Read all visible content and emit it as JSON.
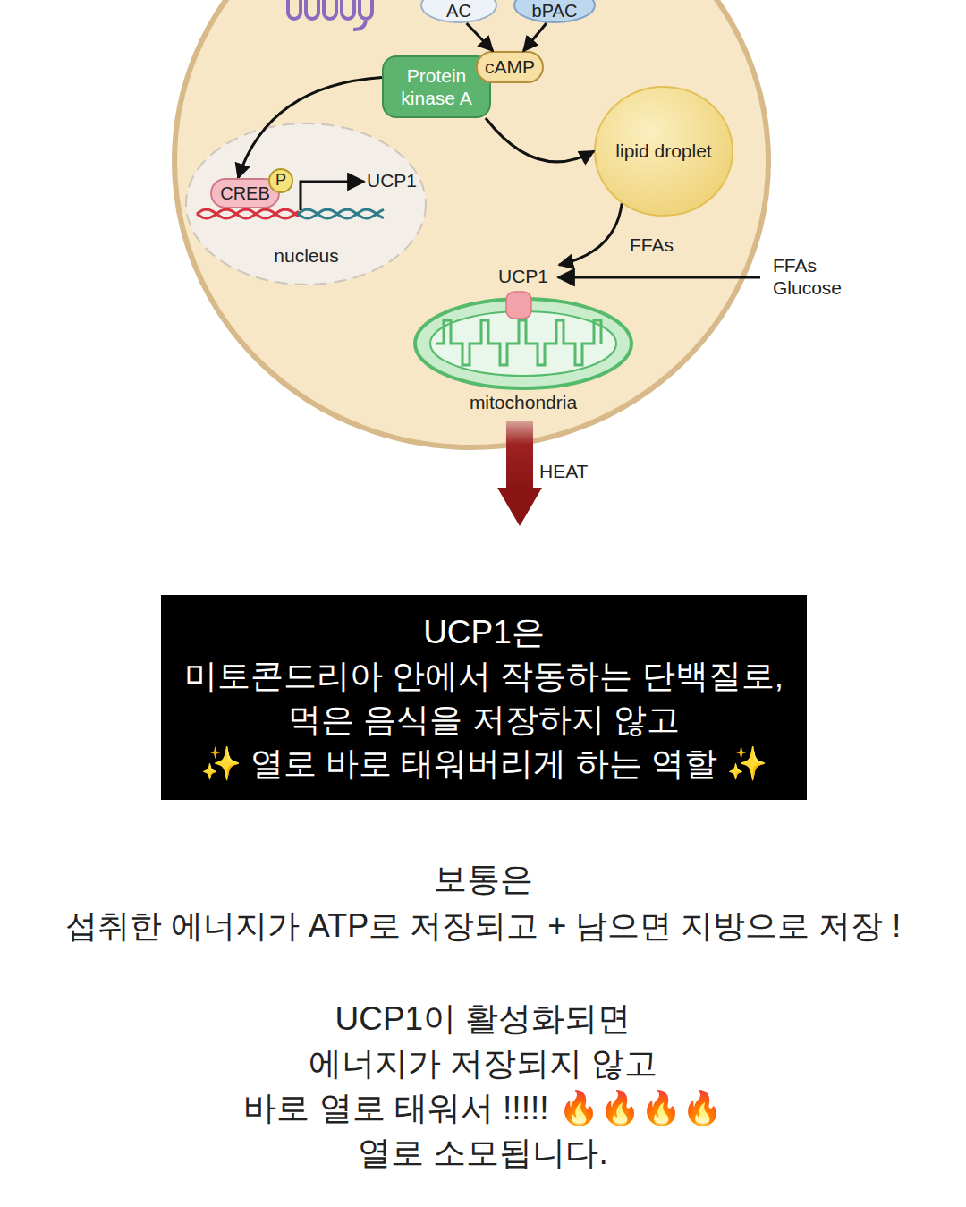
{
  "diagram": {
    "nodes": [
      {
        "text": [
          "AC"
        ]
      },
      {
        "text": [
          "bPAC"
        ]
      },
      {
        "text": [
          "Protein kinase A"
        ]
      },
      {
        "text": [
          "cAMP"
        ]
      },
      {
        "text": [
          "nucleus"
        ]
      },
      {
        "text": [
          "CREB"
        ],
        "in": 4
      },
      {
        "text": [
          "P"
        ],
        "in": 4
      },
      {
        "text": [
          "lipid droplet"
        ]
      },
      {
        "text": [
          "UCP1",
          "mitochondria"
        ]
      },
      {
        "text": [
          "UCP1은",
          "미토콘드리아 안에서 작동하는 단백질로,",
          "먹은 음식을 저장하지 않고",
          "✨ 열로 바로 태워버리게 하는 역할 ✨"
        ]
      }
    ],
    "edges": [
      {
        "from": 0,
        "to": 3,
        "arrow": "to"
      },
      {
        "from": 1,
        "to": 3,
        "arrow": "to"
      },
      {
        "from": 2,
        "to": 5,
        "arrow": "to"
      },
      {
        "from": 2,
        "to": 7,
        "arrow": "to"
      },
      {
        "from": 7,
        "to": 8,
        "label": "FFAs",
        "arrow": "to"
      }
    ],
    "labels": [
      "UCP1",
      "FFAs Glucose",
      "HEAT",
      "보통은",
      "섭취한 에너지가 ATP로 저장되고 + 남으면 지방으로 저장 !",
      "UCP1이 활성화되면",
      "에너지가 저장되지 않고",
      "바로 열로 태워서 !!!!! 🔥🔥🔥🔥",
      "열로 소모됩니다."
    ]
  }
}
